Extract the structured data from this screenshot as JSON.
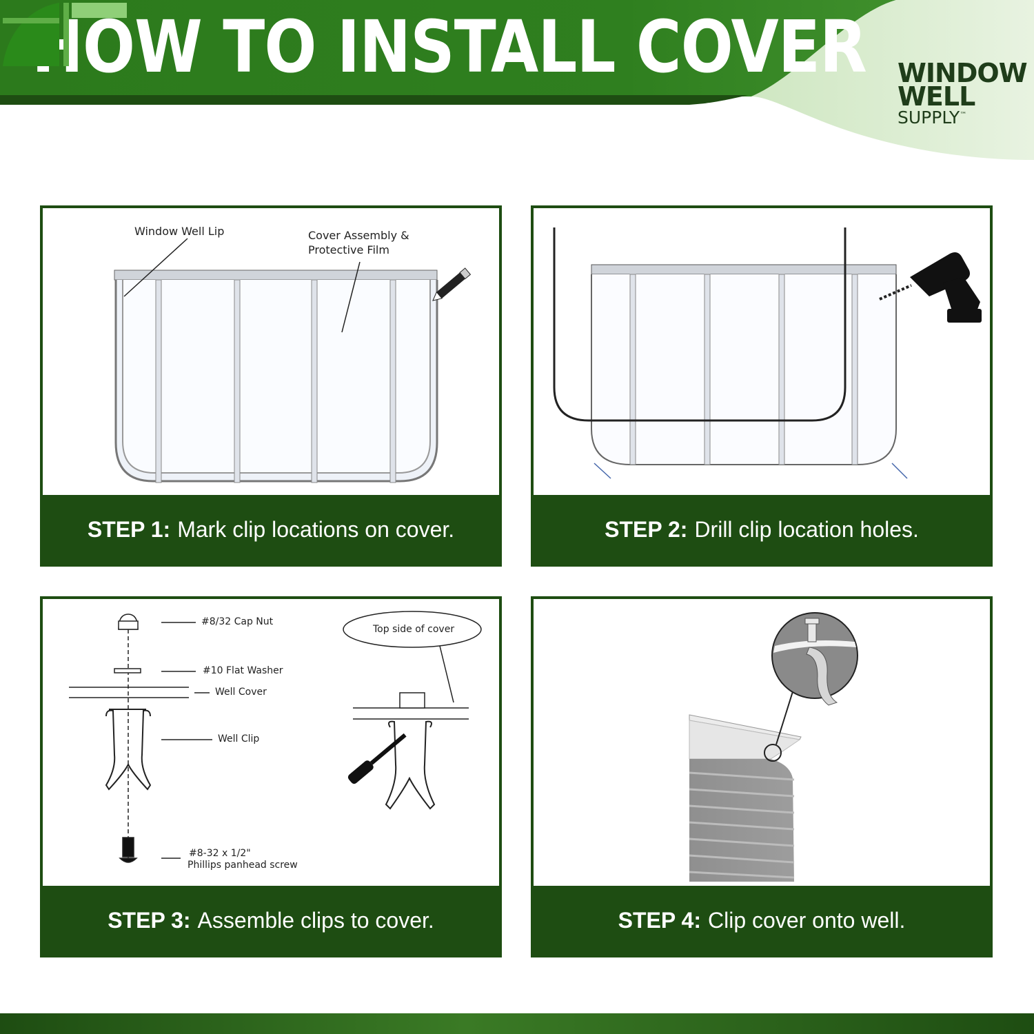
{
  "header": {
    "title": "HOW TO INSTALL COVER",
    "logo_line1": "WINDOW",
    "logo_line2": "WELL",
    "logo_line3": "SUPPLY",
    "logo_tm": "™"
  },
  "steps": [
    {
      "step_label": "STEP 1:",
      "text": "Mark clip locations on cover.",
      "labels": {
        "lip": "Window Well Lip",
        "cover_1": "Cover Assembly &",
        "cover_2": "Protective Film"
      }
    },
    {
      "step_label": "STEP 2:",
      "text": "Drill clip location holes."
    },
    {
      "step_label": "STEP 3:",
      "text": "Assemble clips to cover.",
      "labels": {
        "cap_nut": "#8/32 Cap Nut",
        "washer": "#10 Flat Washer",
        "well_cover": "Well Cover",
        "well_clip": "Well Clip",
        "screw_1": "#8-32 x 1/2\"",
        "screw_2": "Phillips panhead screw",
        "top_side": "Top side of cover"
      }
    },
    {
      "step_label": "STEP 4:",
      "text": "Clip cover onto well."
    }
  ],
  "colors": {
    "brand_dark_green": "#1e4d12",
    "brand_green": "#2e7d1e",
    "logo_light_green": "#8fcf78"
  },
  "icons": [
    "pencil-icon",
    "drill-icon",
    "screwdriver-icon"
  ]
}
